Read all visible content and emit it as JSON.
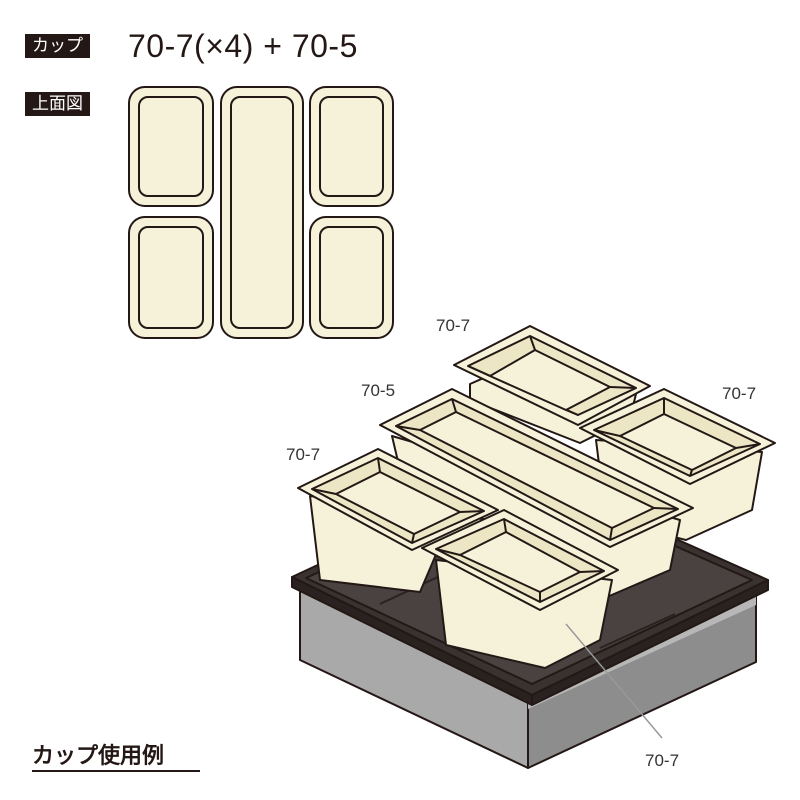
{
  "header": {
    "cup_tag": "カップ",
    "formula": "70-7(×4) + 70-5",
    "topview_tag": "上面図"
  },
  "labels": {
    "back_cup": "70-7",
    "long_cup": "70-5",
    "right_cup": "70-7",
    "left_cup": "70-7",
    "front_cup": "70-7"
  },
  "caption": "カップ使用例",
  "colors": {
    "cup_fill": "#f6f2da",
    "cup_outline": "#231815",
    "tray_dark": "#3a3230",
    "box_gray": "#a5a5a5",
    "tag_bg": "#231815"
  }
}
